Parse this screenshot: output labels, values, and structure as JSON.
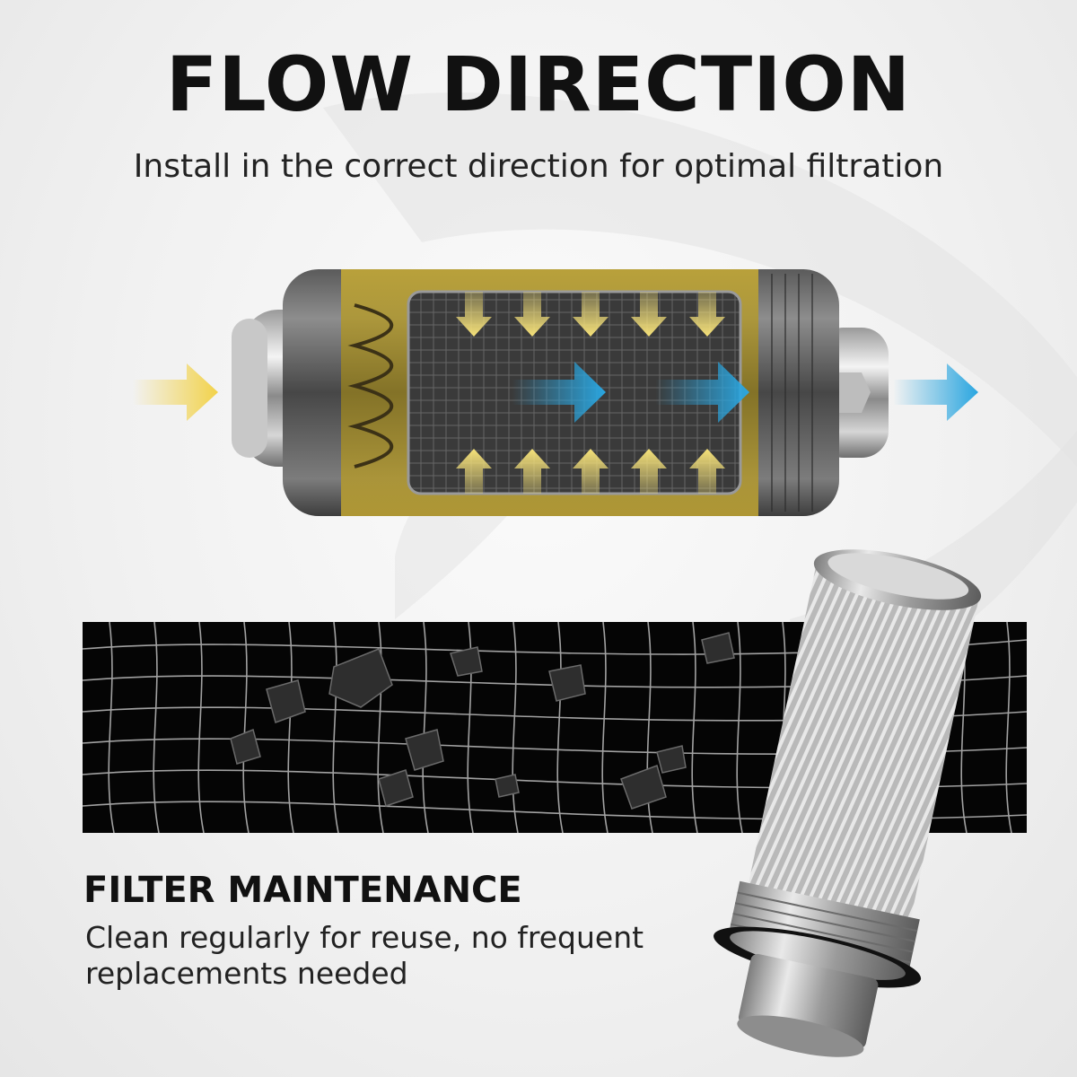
{
  "header": {
    "title": "FLOW DIRECTION",
    "subtitle": "Install in the correct direction for optimal filtration"
  },
  "maintenance": {
    "title": "FILTER MAINTENANCE",
    "description": "Clean regularly for reuse, no frequent replacements needed"
  },
  "colors": {
    "inflow_arrow": "#f2d24a",
    "outflow_arrow": "#2aa6e0",
    "filter_housing_tint": "#b49a2a",
    "mesh_background": "#050505",
    "text": "#111111"
  },
  "icons": {
    "inlet": "yellow-arrow-right-icon",
    "outlet": "blue-arrow-right-icon",
    "flow_inward": "yellow-arrow-icon",
    "flow_through": "blue-arrow-icon"
  }
}
